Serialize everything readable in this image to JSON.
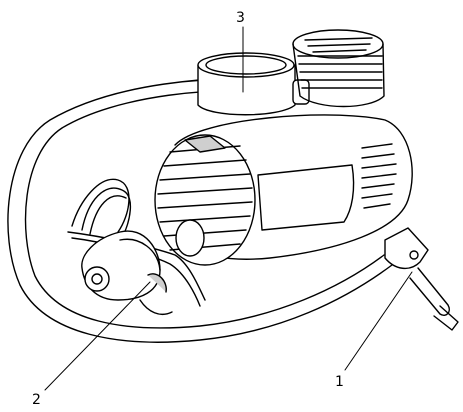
{
  "callouts": [
    {
      "id": "1",
      "label": "1"
    },
    {
      "id": "2",
      "label": "2"
    },
    {
      "id": "3",
      "label": "3"
    }
  ],
  "colors": {
    "line": "#000000",
    "fill": "#ffffff",
    "shade": "#cfcfcf"
  }
}
